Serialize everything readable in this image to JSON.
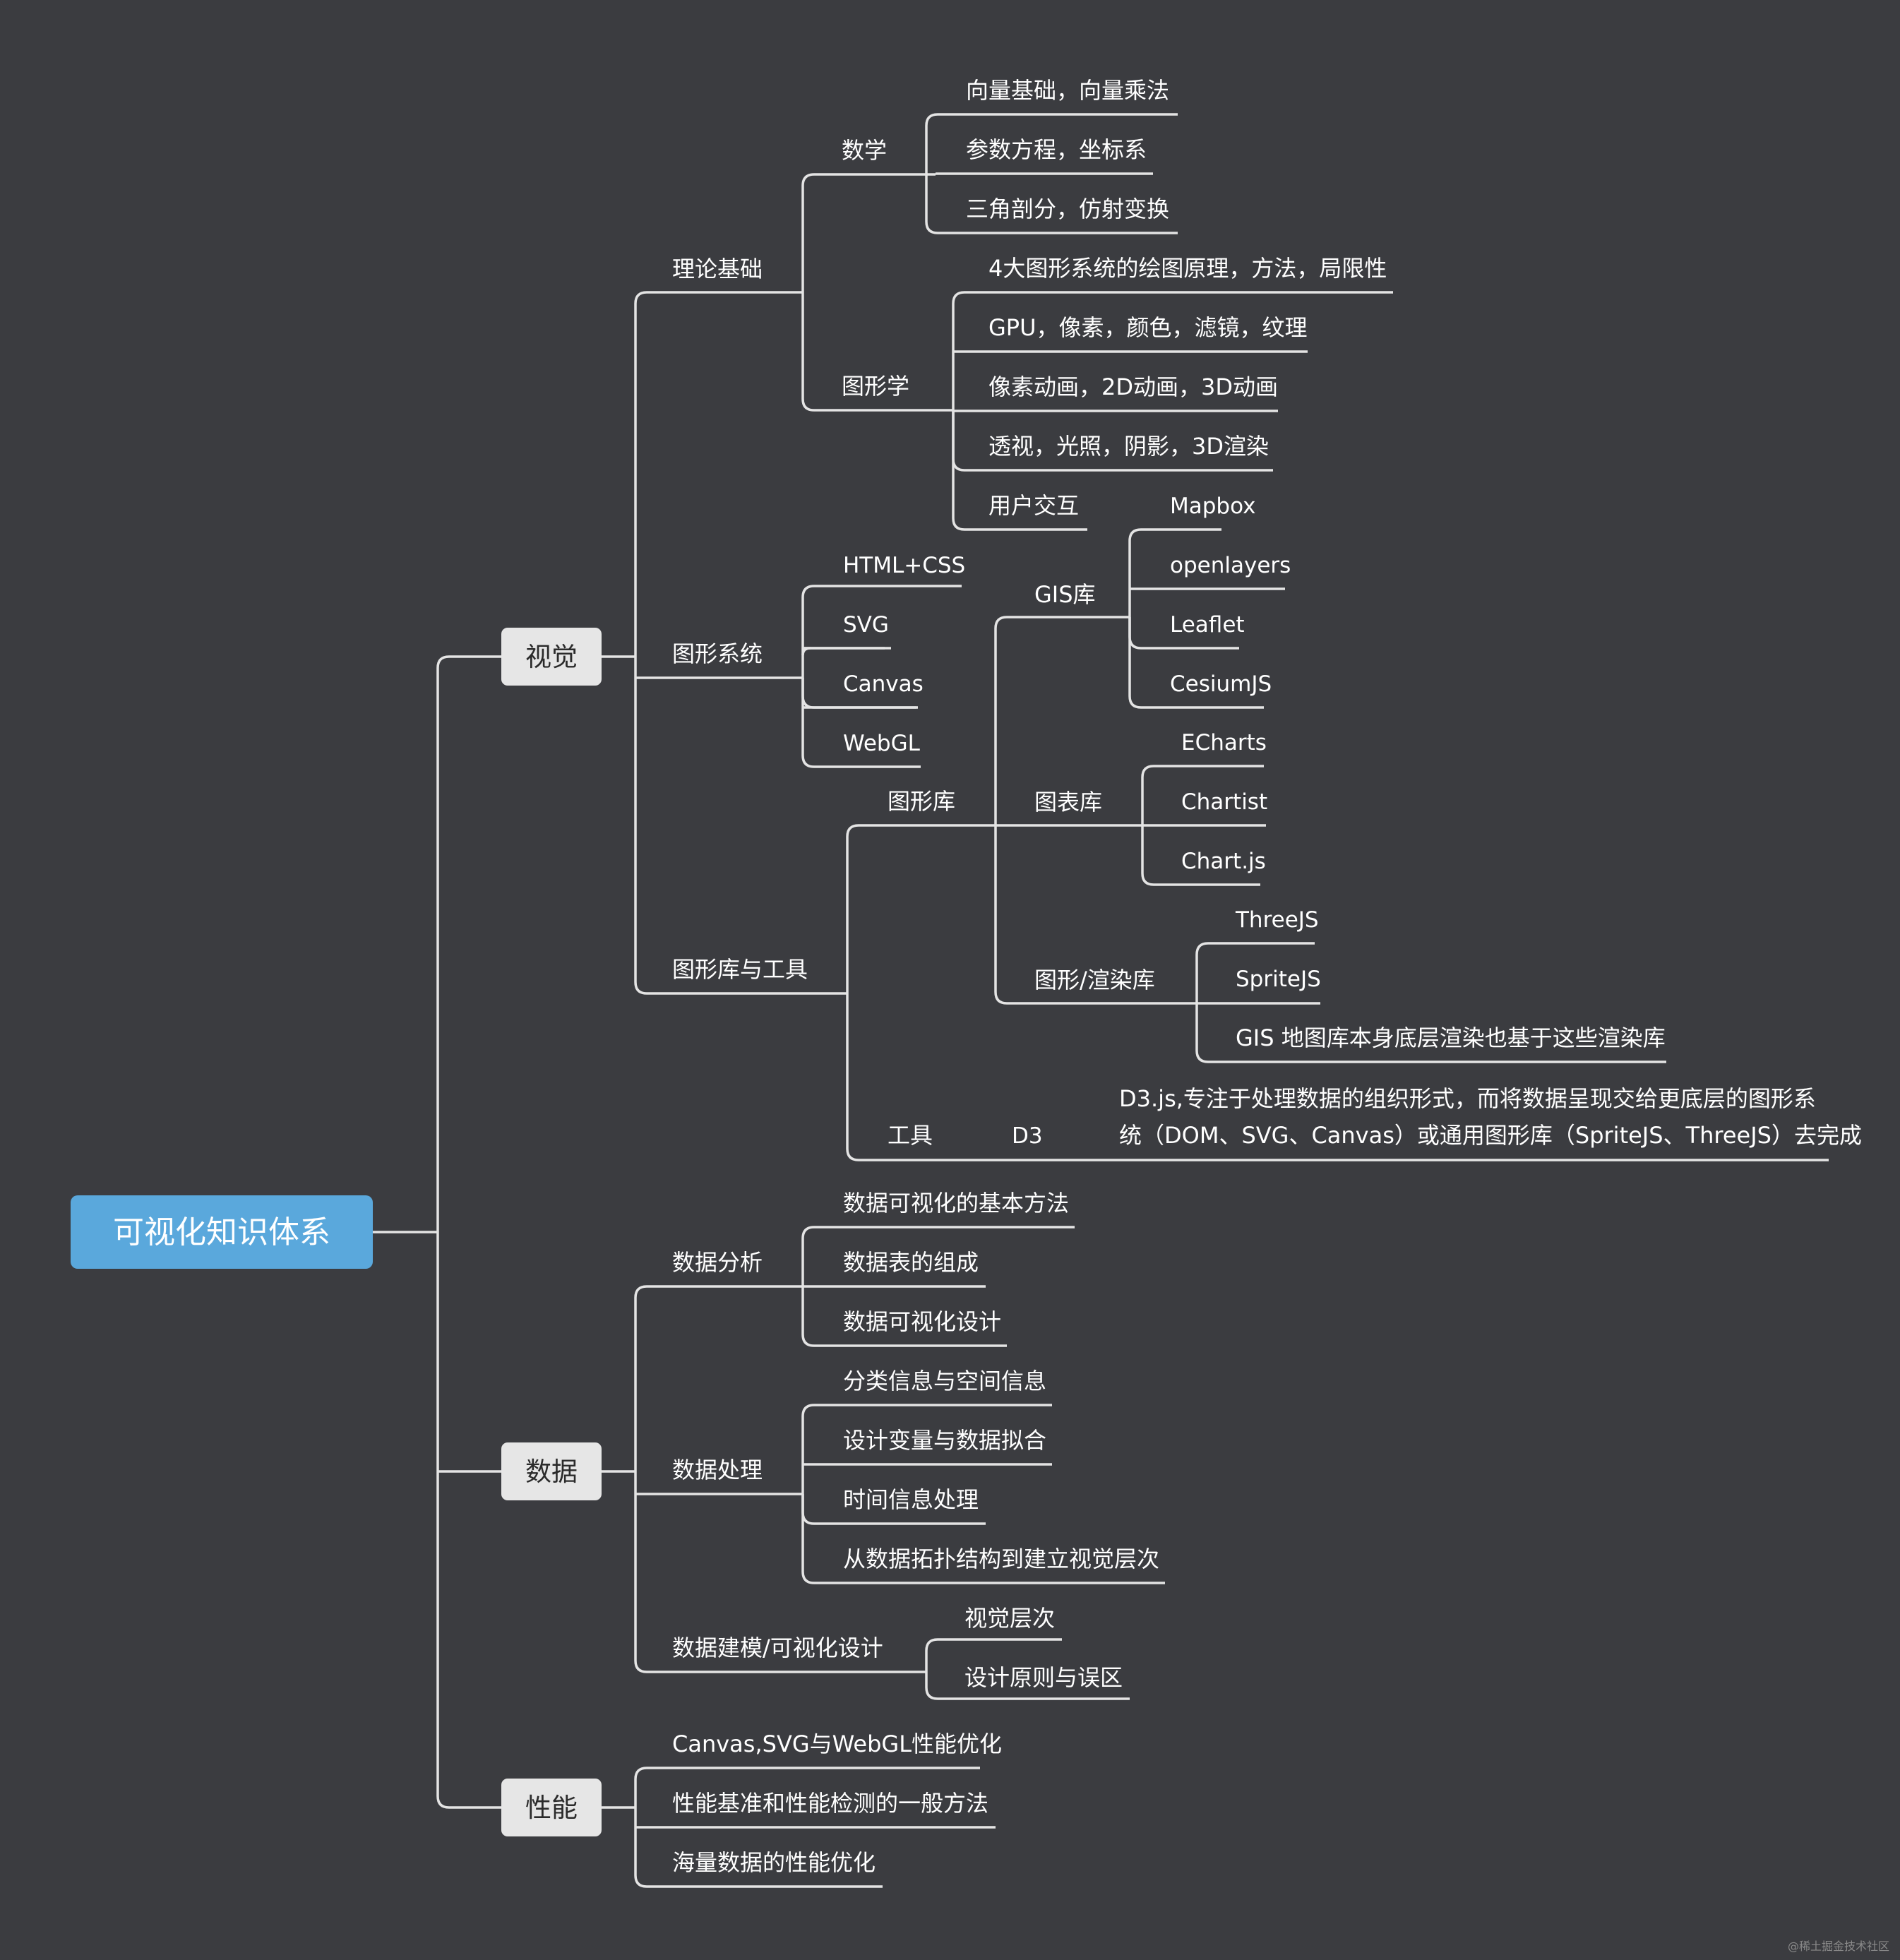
{
  "root": {
    "label": "可视化知识体系",
    "color": "#5aa8dc"
  },
  "colors": {
    "background": "#3b3c40",
    "line": "#e4e4e4",
    "node_box": "#e6e6e6"
  },
  "nodes": {
    "vision": "视觉",
    "data": "数据",
    "perf": "性能",
    "theory": "理论基础",
    "math": "数学",
    "math_1": "向量基础，向量乘法",
    "math_2": "参数方程，坐标系",
    "math_3": "三角剖分，仿射变换",
    "graphics": "图形学",
    "g_1": "4大图形系统的绘图原理，方法，局限性",
    "g_2": "GPU，像素，颜色，滤镜，纹理",
    "g_3": "像素动画，2D动画，3D动画",
    "g_4": "透视，光照，阴影，3D渲染",
    "g_5": "用户交互",
    "gsys": "图形系统",
    "gsys_1": "HTML+CSS",
    "gsys_2": "SVG",
    "gsys_3": "Canvas",
    "gsys_4": "WebGL",
    "libtools": "图形库与工具",
    "glib": "图形库",
    "gis": "GIS库",
    "gis_1": "Mapbox",
    "gis_2": "openlayers",
    "gis_3": "Leaflet",
    "gis_4": "CesiumJS",
    "chartlib": "图表库",
    "chart_1": "ECharts",
    "chart_2": "Chartist",
    "chart_3": "Chart.js",
    "render": "图形/渲染库",
    "render_1": "ThreeJS",
    "render_2": "SpriteJS",
    "render_3": "GIS 地图库本身底层渲染也基于这些渲染库",
    "tools": "工具",
    "d3": "D3",
    "d3_desc_1": "D3.js,专注于处理数据的组织形式，而将数据呈现交给更底层的图形系",
    "d3_desc_2": "统（DOM、SVG、Canvas）或通用图形库（SpriteJS、ThreeJS）去完成",
    "analysis": "数据分析",
    "an_1": "数据可视化的基本方法",
    "an_2": "数据表的组成",
    "an_3": "数据可视化设计",
    "processing": "数据处理",
    "pr_1": "分类信息与空间信息",
    "pr_2": "设计变量与数据拟合",
    "pr_3": "时间信息处理",
    "pr_4": "从数据拓扑结构到建立视觉层次",
    "modeling": "数据建模/可视化设计",
    "mo_1": "视觉层次",
    "mo_2": "设计原则与误区",
    "perf_1": "Canvas,SVG与WebGL性能优化",
    "perf_2": "性能基准和性能检测的一般方法",
    "perf_3": "海量数据的性能优化"
  },
  "watermark": "@稀土掘金技术社区"
}
